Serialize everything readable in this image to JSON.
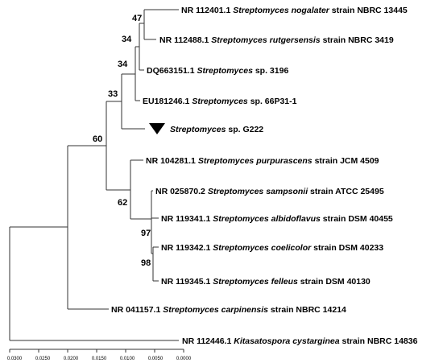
{
  "taxa": [
    {
      "id": "t1",
      "accession": "NR 112401.1",
      "genus": "Streptomyces",
      "species": "nogalater",
      "strain_word": "strain",
      "strain": "NBRC 13445"
    },
    {
      "id": "t2",
      "accession": "NR 112488.1",
      "genus": "Streptomyces",
      "species": "rutgersensis",
      "strain_word": "strain",
      "strain": "NBRC 3419"
    },
    {
      "id": "t3",
      "accession": "DQ663151.1",
      "genus": "Streptomyces",
      "species": "",
      "strain_word": "",
      "strain": "sp. 3196"
    },
    {
      "id": "t4",
      "accession": "EU181246.1",
      "genus": "Streptomyces",
      "species": "",
      "strain_word": "",
      "strain": "sp. 66P31-1"
    },
    {
      "id": "t5",
      "accession": "",
      "genus": "Streptomyces",
      "species": "",
      "strain_word": "",
      "strain": "sp. G222",
      "query": true
    },
    {
      "id": "t6",
      "accession": "NR 104281.1",
      "genus": "Streptomyces",
      "species": "purpurascens",
      "strain_word": "strain",
      "strain": "JCM 4509"
    },
    {
      "id": "t7",
      "accession": "NR 025870.2",
      "genus": "Streptomyces",
      "species": "sampsonii",
      "strain_word": "strain",
      "strain": "ATCC 25495"
    },
    {
      "id": "t8",
      "accession": "NR 119341.1",
      "genus": "Streptomyces",
      "species": "albidoflavus",
      "strain_word": "strain",
      "strain": "DSM 40455"
    },
    {
      "id": "t9",
      "accession": "NR 119342.1",
      "genus": "Streptomyces",
      "species": "coelicolor",
      "strain_word": "strain",
      "strain": "DSM 40233"
    },
    {
      "id": "t10",
      "accession": "NR 119345.1",
      "genus": "Streptomyces",
      "species": "felleus",
      "strain_word": "strain",
      "strain": "DSM 40130"
    },
    {
      "id": "t11",
      "accession": "NR 041157.1",
      "genus": "Streptomyces",
      "species": "carpinensis",
      "strain_word": "strain",
      "strain": "NBRC 14214"
    },
    {
      "id": "t12",
      "accession": "NR 112446.1",
      "genus": "Kitasatospora",
      "species": "cystarginea",
      "strain_word": "strain",
      "strain": "NBRC 14836"
    }
  ],
  "bootstrap": {
    "n1": "47",
    "n2": "34",
    "n3": "34",
    "n4": "33",
    "n5": "60",
    "n6": "62",
    "n7": "97",
    "n8": "98"
  },
  "scale_ticks": [
    "0.0300",
    "0.0250",
    "0.0200",
    "0.0150",
    "0.0100",
    "0.0050",
    "0.0000"
  ],
  "colors": {
    "line": "#333333",
    "text": "#000000"
  },
  "query_marker_icon": "down-triangle-icon"
}
